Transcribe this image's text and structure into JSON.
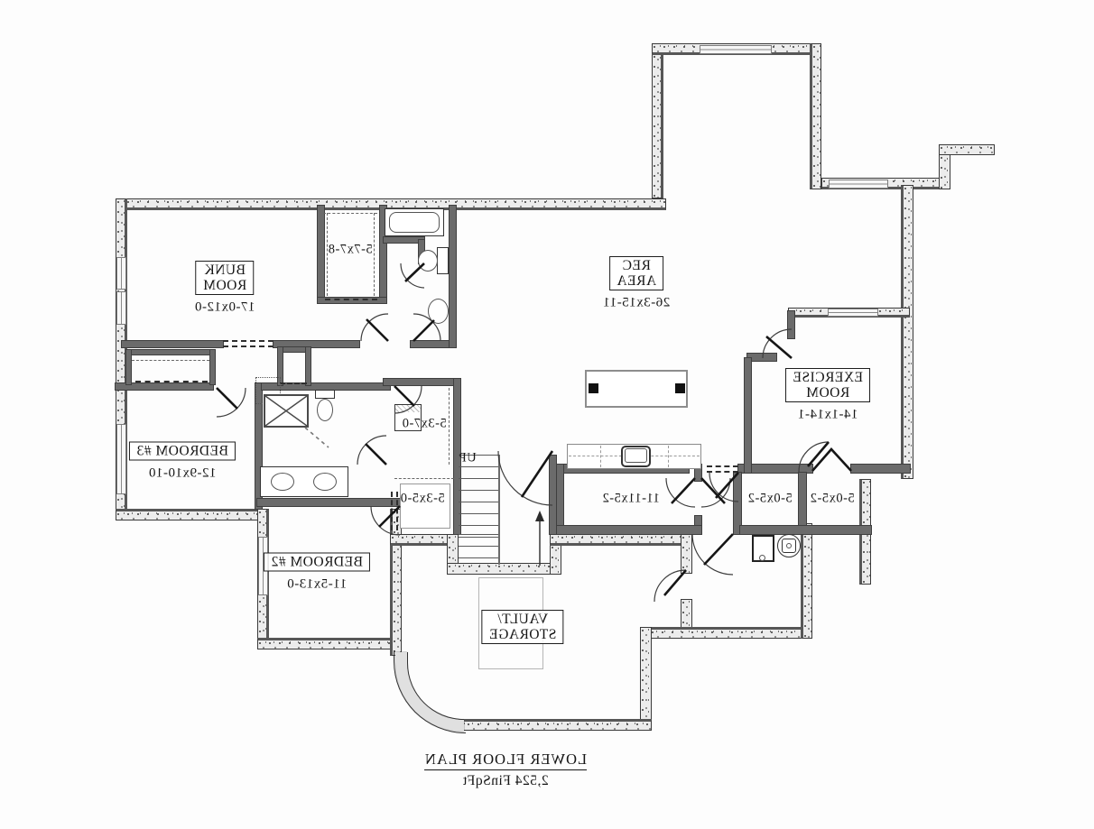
{
  "footer": {
    "title": "LOWER FLOOR PLAN",
    "area": "2,524 FinSqFt"
  },
  "rooms": {
    "bunk": {
      "line1": "BUNK",
      "line2": "ROOM",
      "dims": "17-0x12-0"
    },
    "rec": {
      "line1": "REC",
      "line2": "AREA",
      "dims": "26-3x15-11"
    },
    "exercise": {
      "line1": "EXERCISE",
      "line2": "ROOM",
      "dims": "14-1x14-1"
    },
    "bedroom3": {
      "name": "BEDROOM #3",
      "dims": "12-9x10-10"
    },
    "bedroom2": {
      "name": "BEDROOM #2",
      "dims": "11-5x13-0"
    },
    "vault": {
      "line1": "VAULT/",
      "line2": "STORAGE"
    }
  },
  "spaces": {
    "bunk_closet": "5-7x7-8",
    "hall_closet_upper": "5-3x7-0",
    "hall_closet_lower": "5-3x5-0",
    "utility_room": "11-11x5-2",
    "closet_a": "5-0x5-2",
    "closet_b": "5-0x5-2",
    "stairs_direction": "UP"
  },
  "colors": {
    "wall_fill": "#ececec",
    "wall_line": "#3a3a3a",
    "interior_wall": "#6b6b6b",
    "text": "#151515"
  }
}
